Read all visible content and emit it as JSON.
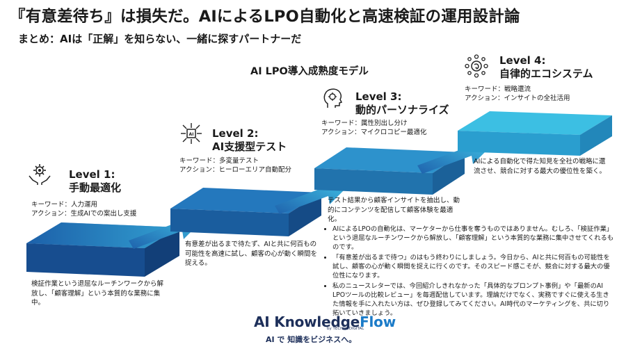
{
  "title": "『有意差待ち』は損失だ。AIによるLPO自動化と高速検証の運用設計論",
  "subtitle": "まとめ：AIは「正解」を知らない、一緒に探すパートナーだ",
  "model_title": "AI LPO導入成熟度モデル",
  "levels": [
    {
      "label": "Level 1:",
      "name": "手動最適化",
      "keyword": "キーワード：人力運用",
      "action": "アクション：生成AIでの案出し支援",
      "description": "検証作業という退屈なルーチンワークから解放し、「顧客理解」という本質的な業務に集中。",
      "icon": "gear-hands-icon"
    },
    {
      "label": "Level 2:",
      "name": "AI支援型テスト",
      "keyword": "キーワード：多変量テスト",
      "action": "アクション：ヒーローエリア自動配分",
      "description": "有意差が出るまで待たず、AIと共に何百もの可能性を高速に試し、顧客の心が動く瞬間を捉える。",
      "icon": "ai-chip-icon"
    },
    {
      "label": "Level 3:",
      "name": "動的パーソナライズ",
      "keyword": "キーワード：属性別出し分け",
      "action": "アクション：マイクロコピー最適化",
      "description": "テスト結果から顧客インサイトを抽出し、動的にコンテンツを配信して顧客体験を最適化。",
      "icon": "head-gear-icon"
    },
    {
      "label": "Level 4:",
      "name": "自律的エコシステム",
      "keyword": "キーワード：戦略還流",
      "action": "アクション：インサイトの全社活用",
      "description": "AIによる自動化で得た知見を全社の戦略に還流させ、競合に対する最大の優位性を築く。",
      "icon": "ecosystem-network-icon"
    }
  ],
  "notes": [
    "AIによるLPOの自動化は、マーケターから仕事を奪うものではありません。むしろ、「検証作業」という退屈なルーチンワークから解放し、「顧客理解」という本質的な業務に集中させてくれるものです。",
    "「有意差が出るまで待つ」のはもう終わりにしましょう。今日から、AIと共に何百もの可能性を試し、顧客の心が動く瞬間を捉えに行くのです。そのスピード感こそが、競合に対する最大の優位性になります。",
    "私のニュースレターでは、今回紹介しきれなかった「具体的なプロンプト事例」や「最新のAI LPOツールの比較レビュー」を毎週配信しています。理論だけでなく、実務ですぐに使える生きた情報を手に入れたい方は、ぜひ登録してみてください。AI時代のマーケティングを、共に切り拓いていきましょう。"
  ],
  "logo": {
    "part1": "AI Knowledge",
    "part2": "Flow",
    "byline": "by TECHNODIGITAL"
  },
  "tagline": "AI で 知識をビジネスへ。",
  "colors": {
    "step_light": "#3fc4e6",
    "step_dark": "#1c5fa8",
    "text": "#1a1a1a",
    "brand": "#1d2f5a"
  }
}
